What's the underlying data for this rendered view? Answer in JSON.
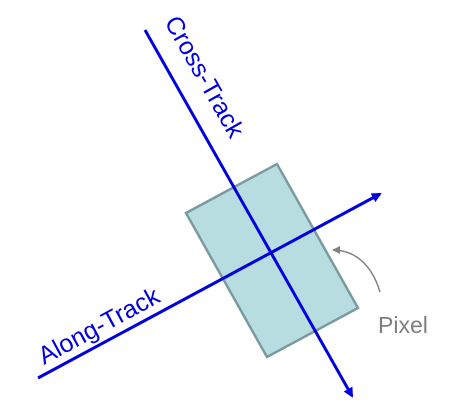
{
  "labels": {
    "cross_track": "Cross-Track",
    "along_track": "Along-Track",
    "pixel": "Pixel"
  },
  "colors": {
    "axis": "#0000dd",
    "pixel_fill": "#b7dde1",
    "pixel_stroke": "#7a9a9e",
    "pixel_label": "#7f7f7f",
    "leader": "#808080",
    "background": "#ffffff"
  }
}
